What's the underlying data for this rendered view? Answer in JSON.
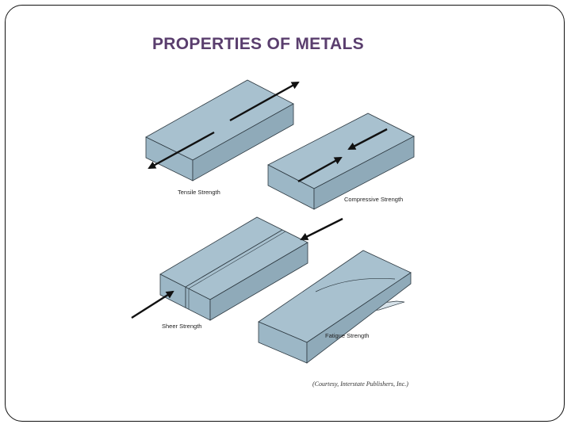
{
  "slide": {
    "title": "PROPERTIES OF METALS"
  },
  "diagram": {
    "labels": {
      "tensile": "Tensile Strength",
      "compressive": "Compressive Strength",
      "shear": "Sheer Strength",
      "fatigue": "Fatigue Strength"
    },
    "credit": "(Courtesy, Interstate Publishers, Inc.)",
    "colors": {
      "block_top": "#a8c1cf",
      "block_front": "#9cb7c6",
      "block_side": "#8faab9",
      "edge": "#2e3a42",
      "arrow": "#111111",
      "title": "#5a3e6e"
    }
  }
}
